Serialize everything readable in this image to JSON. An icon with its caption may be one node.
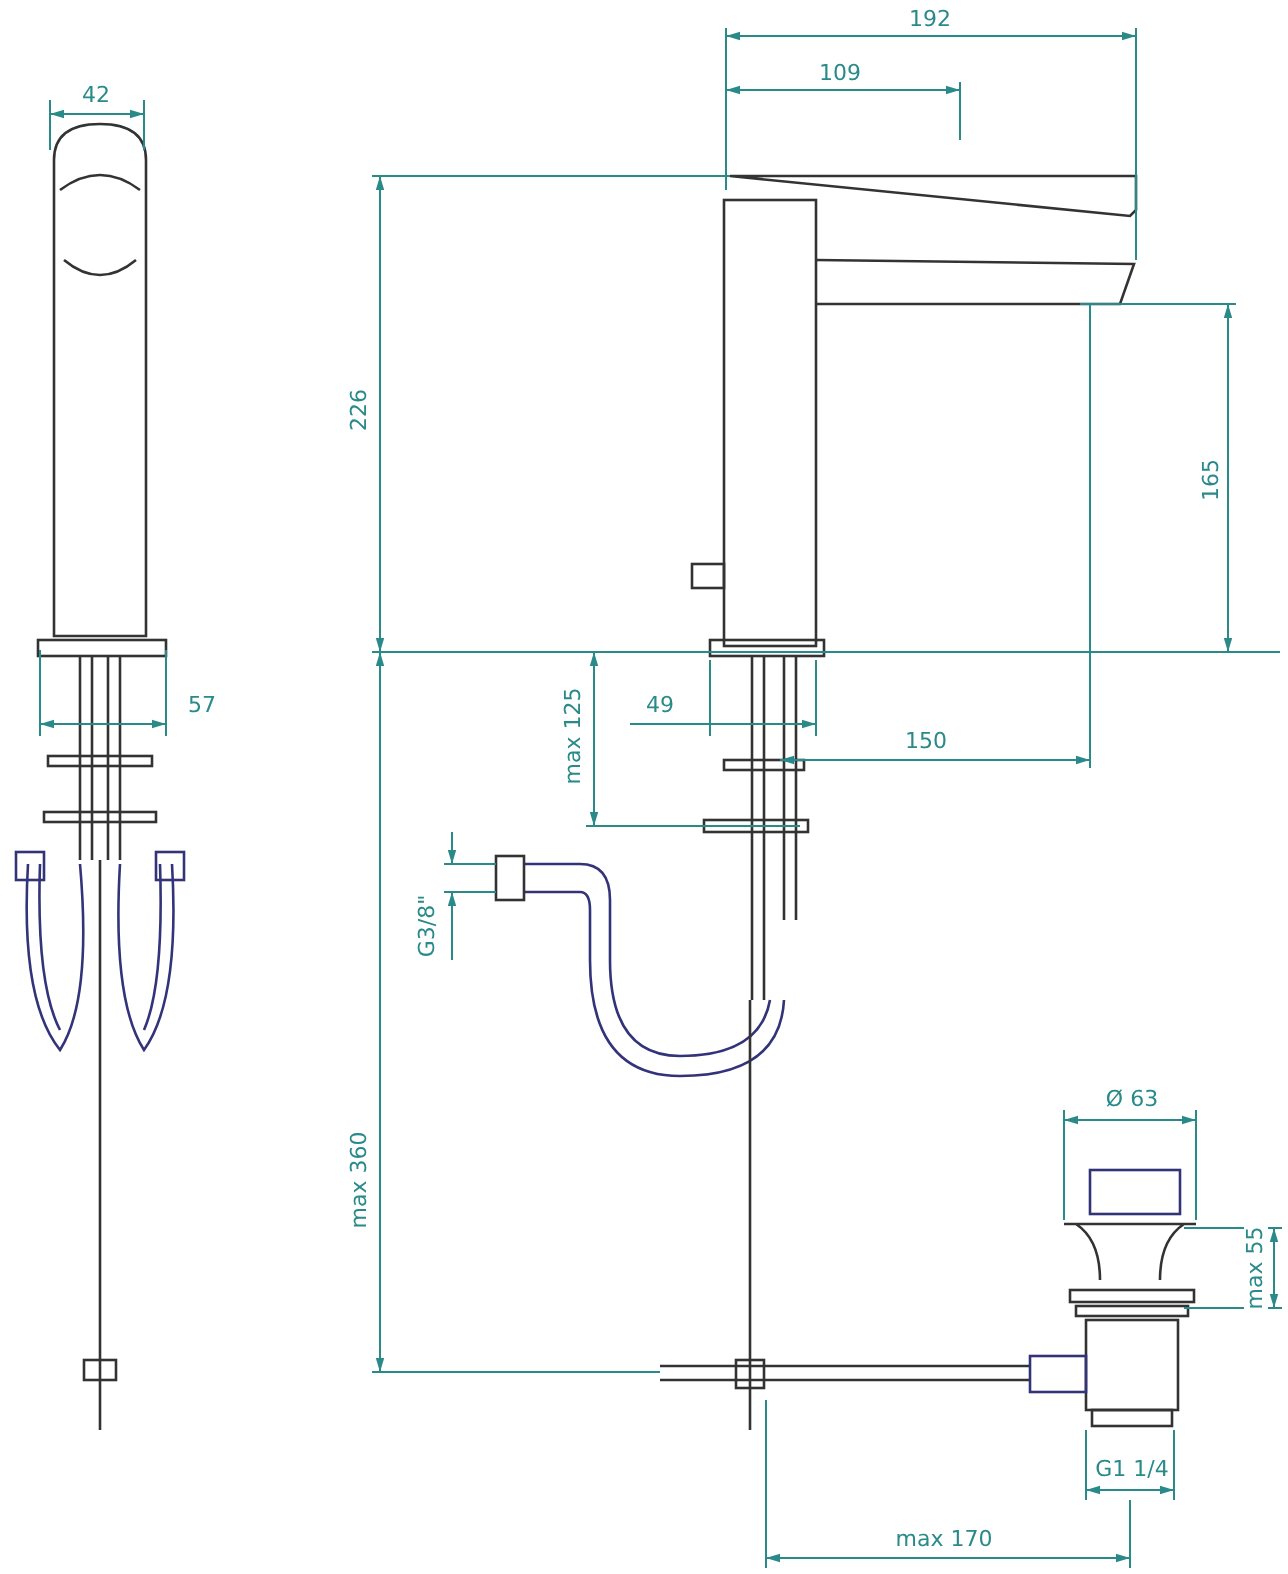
{
  "diagram": {
    "labels": [
      "192",
      "109",
      "42",
      "226",
      "165",
      "57",
      "49",
      "max 125",
      "150",
      "G3/8\"",
      "max 360",
      "Ø 63",
      "max 55",
      "G1 1/4",
      "max 170"
    ]
  }
}
